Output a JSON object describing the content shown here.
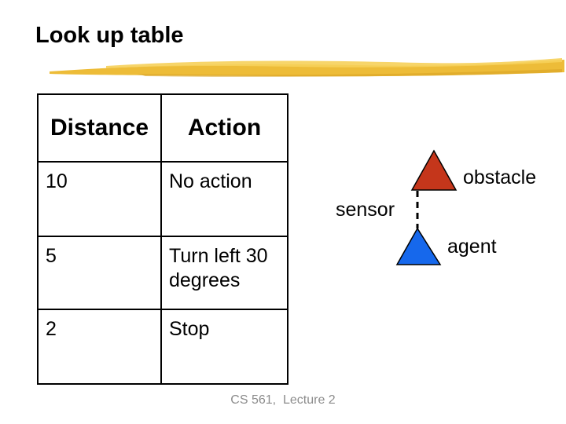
{
  "slide": {
    "title": "Look up table",
    "footer": "CS 561,  Lecture 2"
  },
  "lookup_table": {
    "col_headers": [
      "Distance",
      "Action"
    ],
    "rows": [
      [
        "10",
        "No action"
      ],
      [
        "5",
        "Turn left 30 degrees"
      ],
      [
        "2",
        "Stop"
      ]
    ]
  },
  "diagram": {
    "labels": {
      "obstacle": "obstacle",
      "sensor": "sensor",
      "agent": "agent"
    },
    "obstacle_color": "#c5361b",
    "agent_color": "#1668ec",
    "sensor_line_color": "#000000",
    "triangle_outline_color": "#000000"
  },
  "decor": {
    "brush_gold": "#edbc38",
    "brush_gold_light": "#f6d05a",
    "brush_gold_dark": "#dca728",
    "footer_gray": "#8c8c8c"
  }
}
